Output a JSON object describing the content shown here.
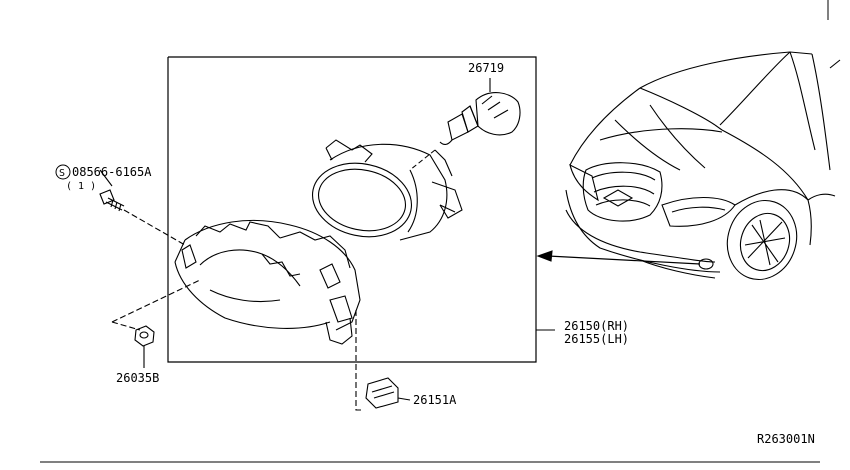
{
  "diagram": {
    "labels": {
      "bulb": "26719",
      "screw_code": "08566-6165A",
      "screw_prefix": "S",
      "screw_qty": "( 1 )",
      "fog_lamp_rh": "26150(RH)",
      "fog_lamp_lh": "26155(LH)",
      "nut": "26035B",
      "clip": "26151A",
      "ref_code": "R263001N"
    }
  }
}
